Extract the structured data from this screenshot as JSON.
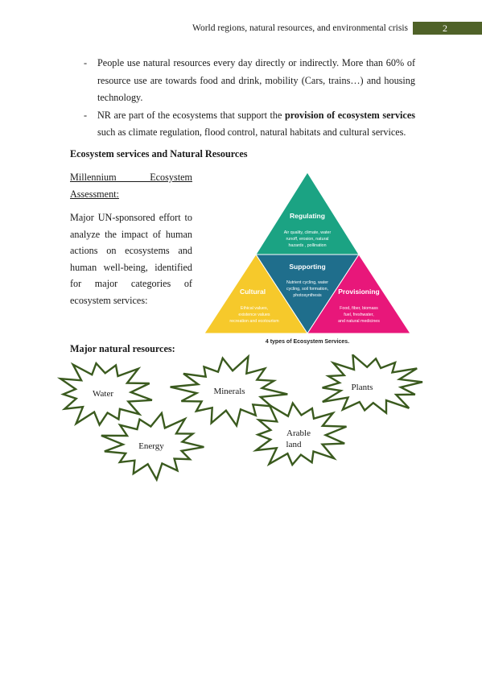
{
  "header": {
    "title": "World regions, natural resources, and environmental crisis",
    "page_number": "2",
    "bar_color": "#4f6228"
  },
  "bullets": [
    {
      "marker": "-",
      "text": "People use natural resources every day directly or indirectly. More than 60% of resource use are towards food and drink, mobility (Cars, trains…) and housing technology."
    },
    {
      "marker": "-",
      "text_before": "NR are part of the ecosystems that support the ",
      "text_bold": "provision of ecosystem services",
      "text_after": " such as climate regulation, flood control, natural habitats and cultural services."
    }
  ],
  "section_heading": "Ecosystem services and Natural Resources",
  "mea": {
    "title_line1": "Millennium Ecosystem",
    "title_line2": "Assessment:",
    "description": "Major UN-sponsored effort to analyze the impact of human actions on ecosystems and human well-being, identified for major categories of ecosystem services:"
  },
  "pyramid": {
    "regulating": {
      "title": "Regulating",
      "lines": [
        "Air quality, climate, water",
        "runoff, erosion, natural",
        "hazards , pollination"
      ],
      "color": "#1ba383"
    },
    "supporting": {
      "title": "Supporting",
      "lines": [
        "Nutrient cycling, water",
        "cycling, soil formation,",
        "photosynthesis"
      ],
      "color": "#1f6e8c"
    },
    "cultural": {
      "title": "Cultural",
      "lines": [
        "Ethical values,",
        "existence values",
        "recreation and ecotourism"
      ],
      "color": "#f6c92b"
    },
    "provisioning": {
      "title": "Provisioning",
      "lines": [
        "Food, fiber, biomass",
        "fuel, freshwater,",
        "and natural medicines"
      ],
      "color": "#e8177a"
    },
    "caption": "4 types of Ecosystem Services."
  },
  "major_heading": "Major natural resources:",
  "resources": {
    "water": "Water",
    "minerals": "Minerals",
    "plants": "Plants",
    "energy": "Energy",
    "arable_line1": "Arable",
    "arable_line2": "land",
    "outline_color": "#3a5a1e"
  }
}
